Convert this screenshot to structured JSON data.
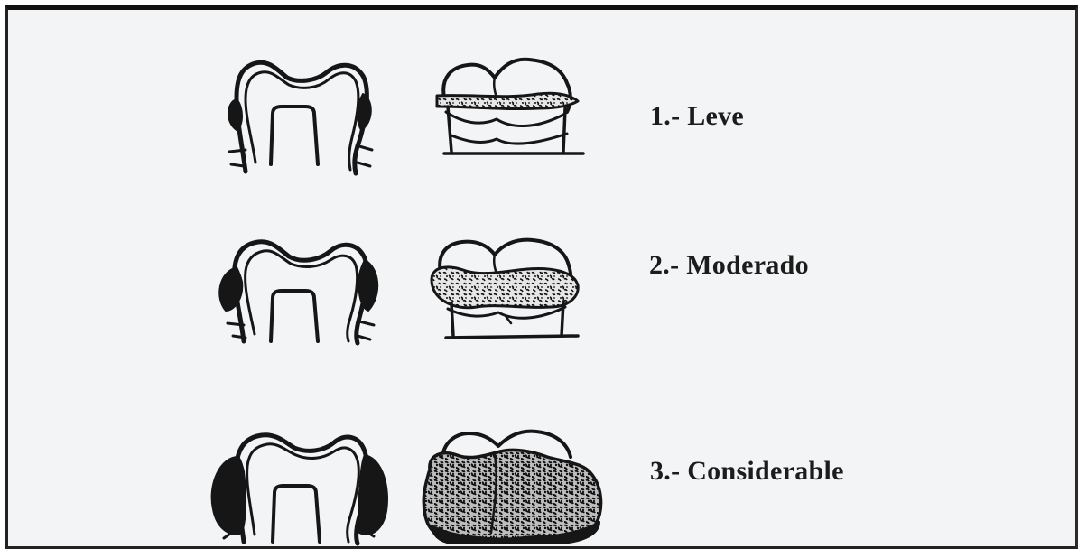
{
  "stages": [
    {
      "label": "1.- Leve",
      "severity": "leve"
    },
    {
      "label": "2.- Moderado",
      "severity": "moderado"
    },
    {
      "label": "3.- Considerable",
      "severity": "considerable"
    }
  ]
}
